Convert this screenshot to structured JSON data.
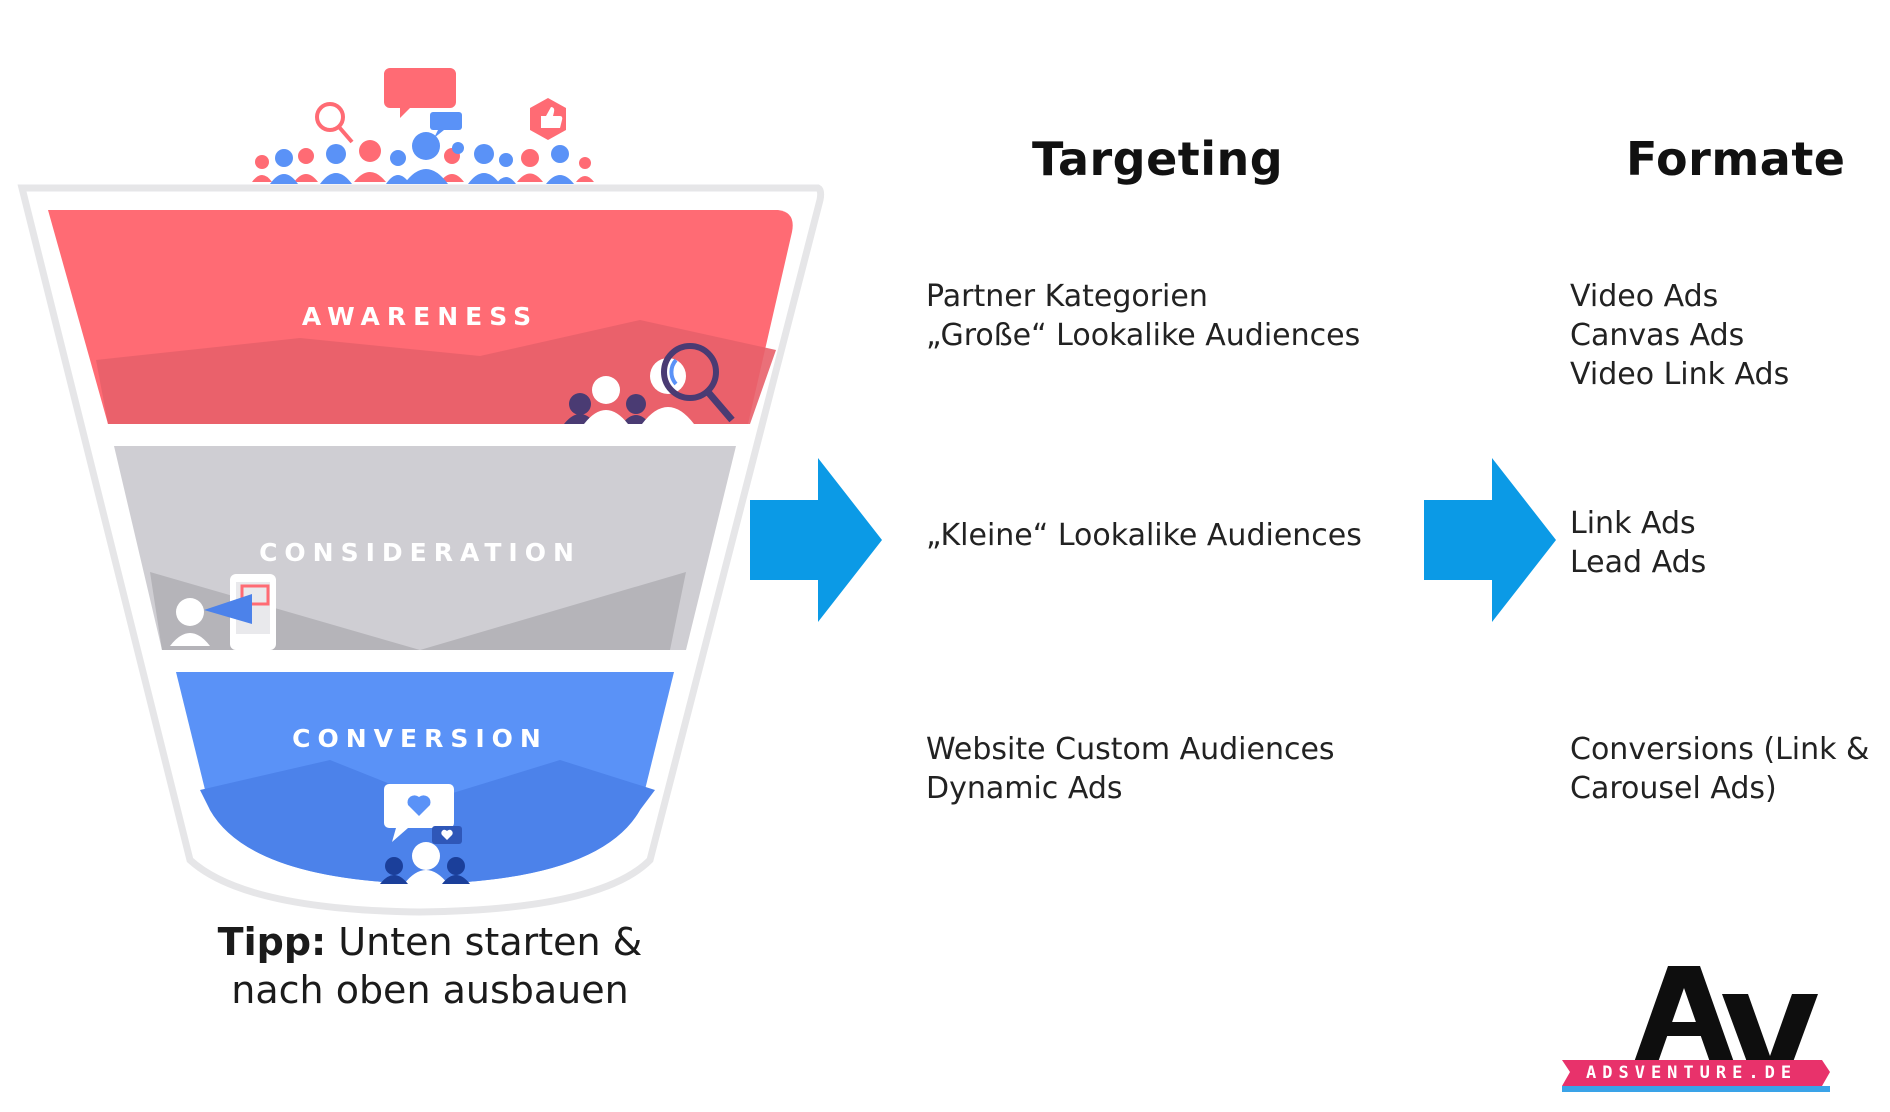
{
  "funnel": {
    "stages": [
      {
        "label": "AWARENESS",
        "color": "#ff6b74"
      },
      {
        "label": "CONSIDERATION",
        "color": "#cfced3"
      },
      {
        "label": "CONVERSION",
        "color": "#5a92f7"
      }
    ],
    "tip": {
      "bold": "Tipp:",
      "line1_rest": " Unten starten &",
      "line2": "nach oben ausbauen"
    }
  },
  "columns": {
    "targeting": {
      "heading": "Targeting",
      "rows": [
        [
          "Partner Kategorien",
          "„Große“ Lookalike Audiences"
        ],
        [
          "„Kleine“ Lookalike Audiences"
        ],
        [
          "Website Custom Audiences",
          "Dynamic Ads"
        ]
      ]
    },
    "formate": {
      "heading": "Formate",
      "rows": [
        [
          "Video Ads",
          "Canvas Ads",
          "Video Link Ads"
        ],
        [
          "Link Ads",
          "Lead Ads"
        ],
        [
          "Conversions  (Link &",
          "Carousel Ads)"
        ]
      ]
    }
  },
  "logo": {
    "letters": "Av",
    "band_text": "ADSVENTURE.DE"
  },
  "colors": {
    "arrow": "#0b9ae6",
    "red": "#ff6b74",
    "blue": "#5a92f7",
    "grey": "#cfced3"
  }
}
